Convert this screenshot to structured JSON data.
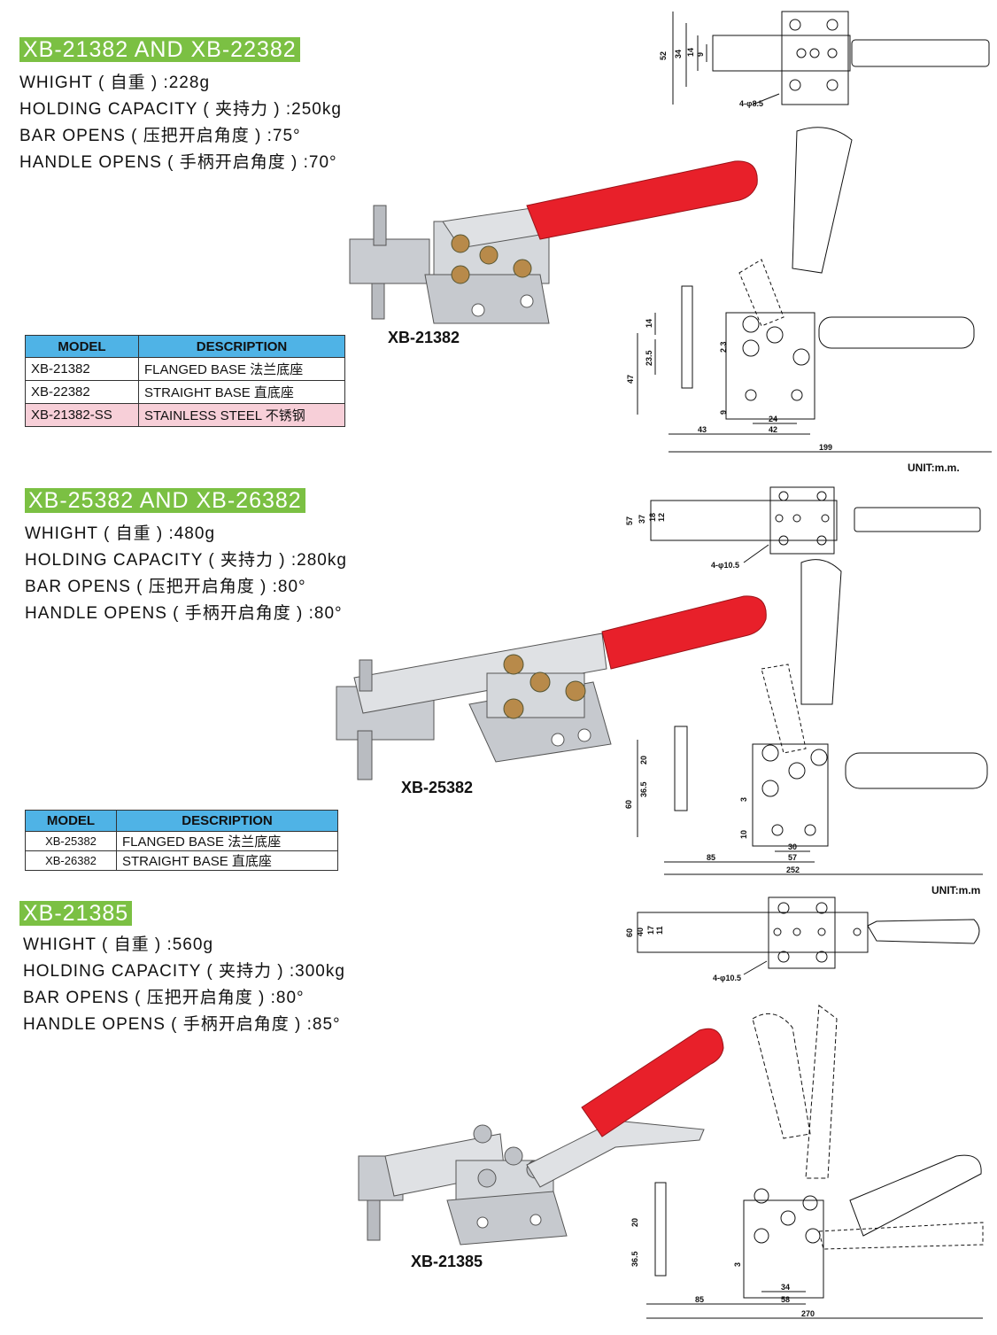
{
  "sections": [
    {
      "title": "XB-21382 AND XB-22382",
      "specs": [
        "WHIGHT ( 自重 ) :228g",
        "HOLDING CAPACITY ( 夹持力 ) :250kg",
        "BAR OPENS ( 压把开启角度 ) :75°",
        "HANDLE OPENS ( 手柄开启角度 ) :70°"
      ],
      "product_label": "XB-21382",
      "table": {
        "headers": [
          "MODEL",
          "DESCRIPTION"
        ],
        "rows": [
          [
            "XB-21382",
            "FLANGED BASE 法兰底座"
          ],
          [
            "XB-22382",
            "STRAIGHT BASE 直底座"
          ],
          [
            "XB-21382-SS",
            "STAINLESS STEEL 不锈钢"
          ]
        ]
      },
      "dims": {
        "top": [
          "52",
          "34",
          "14",
          "9"
        ],
        "holes": "4-φ8.5",
        "side": [
          "14",
          "23.5",
          "47",
          "2.3",
          "9"
        ],
        "bottom": [
          "43",
          "42",
          "24",
          "199"
        ]
      },
      "unit": "UNIT:m.m."
    },
    {
      "title": "XB-25382 AND XB-26382",
      "specs": [
        "WHIGHT ( 自重 ) :480g",
        "HOLDING CAPACITY ( 夹持力 ) :280kg",
        "BAR OPENS ( 压把开启角度 ) :80°",
        "HANDLE OPENS ( 手柄开启角度 ) :80°"
      ],
      "product_label": "XB-25382",
      "table": {
        "headers": [
          "MODEL",
          "DESCRIPTION"
        ],
        "rows": [
          [
            "XB-25382",
            "FLANGED BASE   法兰底座"
          ],
          [
            "XB-26382",
            "STRAIGHT BASE   直底座"
          ]
        ]
      },
      "dims": {
        "top": [
          "57",
          "37",
          "18",
          "12"
        ],
        "holes": "4-φ10.5",
        "side": [
          "20",
          "36.5",
          "60",
          "3",
          "10"
        ],
        "bottom": [
          "85",
          "57",
          "30",
          "252"
        ]
      },
      "unit": "UNIT:m.m"
    },
    {
      "title": "XB-21385",
      "specs": [
        "WHIGHT ( 自重 ) :560g",
        "HOLDING CAPACITY ( 夹持力 ) :300kg",
        "BAR OPENS ( 压把开启角度 ) :80°",
        "HANDLE OPENS ( 手柄开启角度 ) :85°"
      ],
      "product_label": "XB-21385",
      "dims": {
        "top": [
          "60",
          "40",
          "17",
          "11"
        ],
        "holes": "4-φ10.5",
        "side": [
          "20",
          "36.5",
          "3"
        ],
        "bottom": [
          "85",
          "58",
          "34",
          "270"
        ]
      }
    }
  ],
  "colors": {
    "title_bg": "#7bc043",
    "table_header": "#4fb3e6",
    "highlight_row": "#f7cfd8",
    "handle_red": "#e8202a"
  }
}
